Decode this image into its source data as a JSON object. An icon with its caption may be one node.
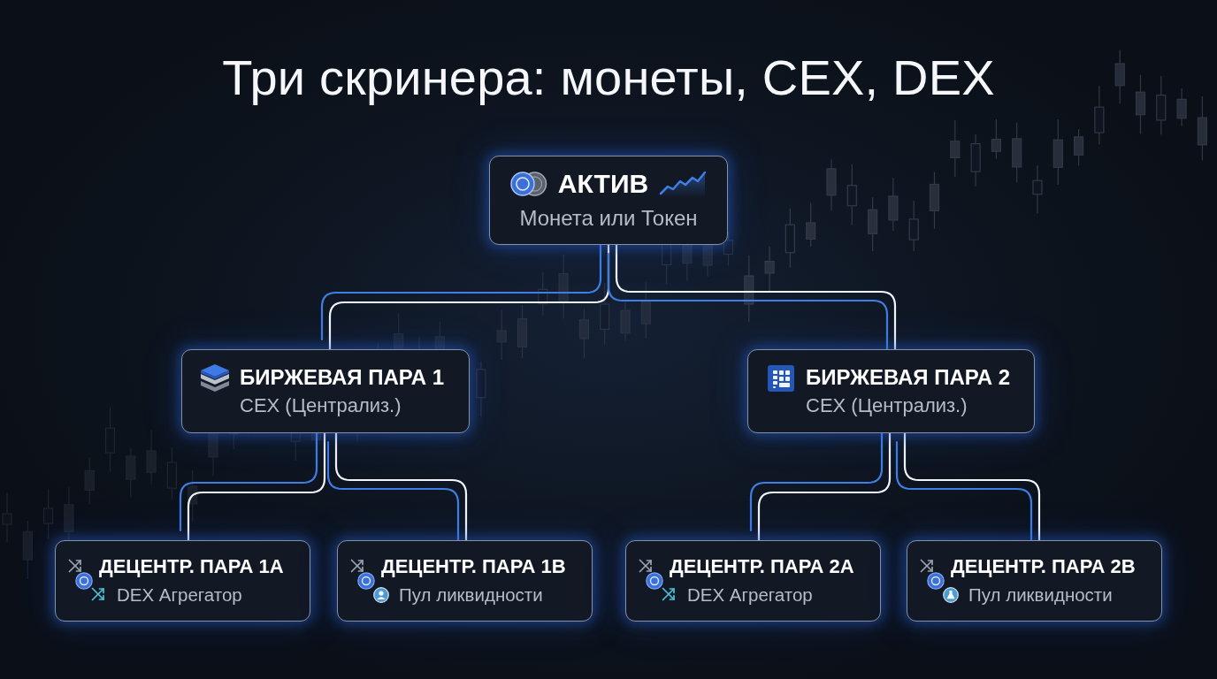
{
  "diagram": {
    "title": "Три скринера: монеты, CEX, DEX",
    "nodes": [
      {
        "text": [
          "АКТИВ",
          "Монета или Токен"
        ]
      },
      {
        "text": [
          "БИРЖЕВАЯ ПАРА 1",
          "CEX (Централиз.)"
        ]
      },
      {
        "text": [
          "БИРЖЕВАЯ ПАРА 2",
          "CEX (Централиз.)"
        ]
      },
      {
        "text": [
          "ДЕЦЕНТР. ПАРА 1А",
          "DEX Агрегатор"
        ]
      },
      {
        "text": [
          "ДЕЦЕНТР. ПАРА 1В",
          "Пул ликвидности"
        ]
      },
      {
        "text": [
          "ДЕЦЕНТР. ПАРА 2А",
          "DEX Агрегатор"
        ]
      },
      {
        "text": [
          "ДЕЦЕНТР. ПАРА 2В",
          "Пул ликвидности"
        ]
      }
    ],
    "edges": [
      {
        "from": 0,
        "to": 1,
        "arrow": "none"
      },
      {
        "from": 0,
        "to": 2,
        "arrow": "none"
      },
      {
        "from": 1,
        "to": 3,
        "arrow": "none"
      },
      {
        "from": 1,
        "to": 4,
        "arrow": "none"
      },
      {
        "from": 2,
        "to": 5,
        "arrow": "none"
      },
      {
        "from": 2,
        "to": 6,
        "arrow": "none"
      }
    ]
  }
}
